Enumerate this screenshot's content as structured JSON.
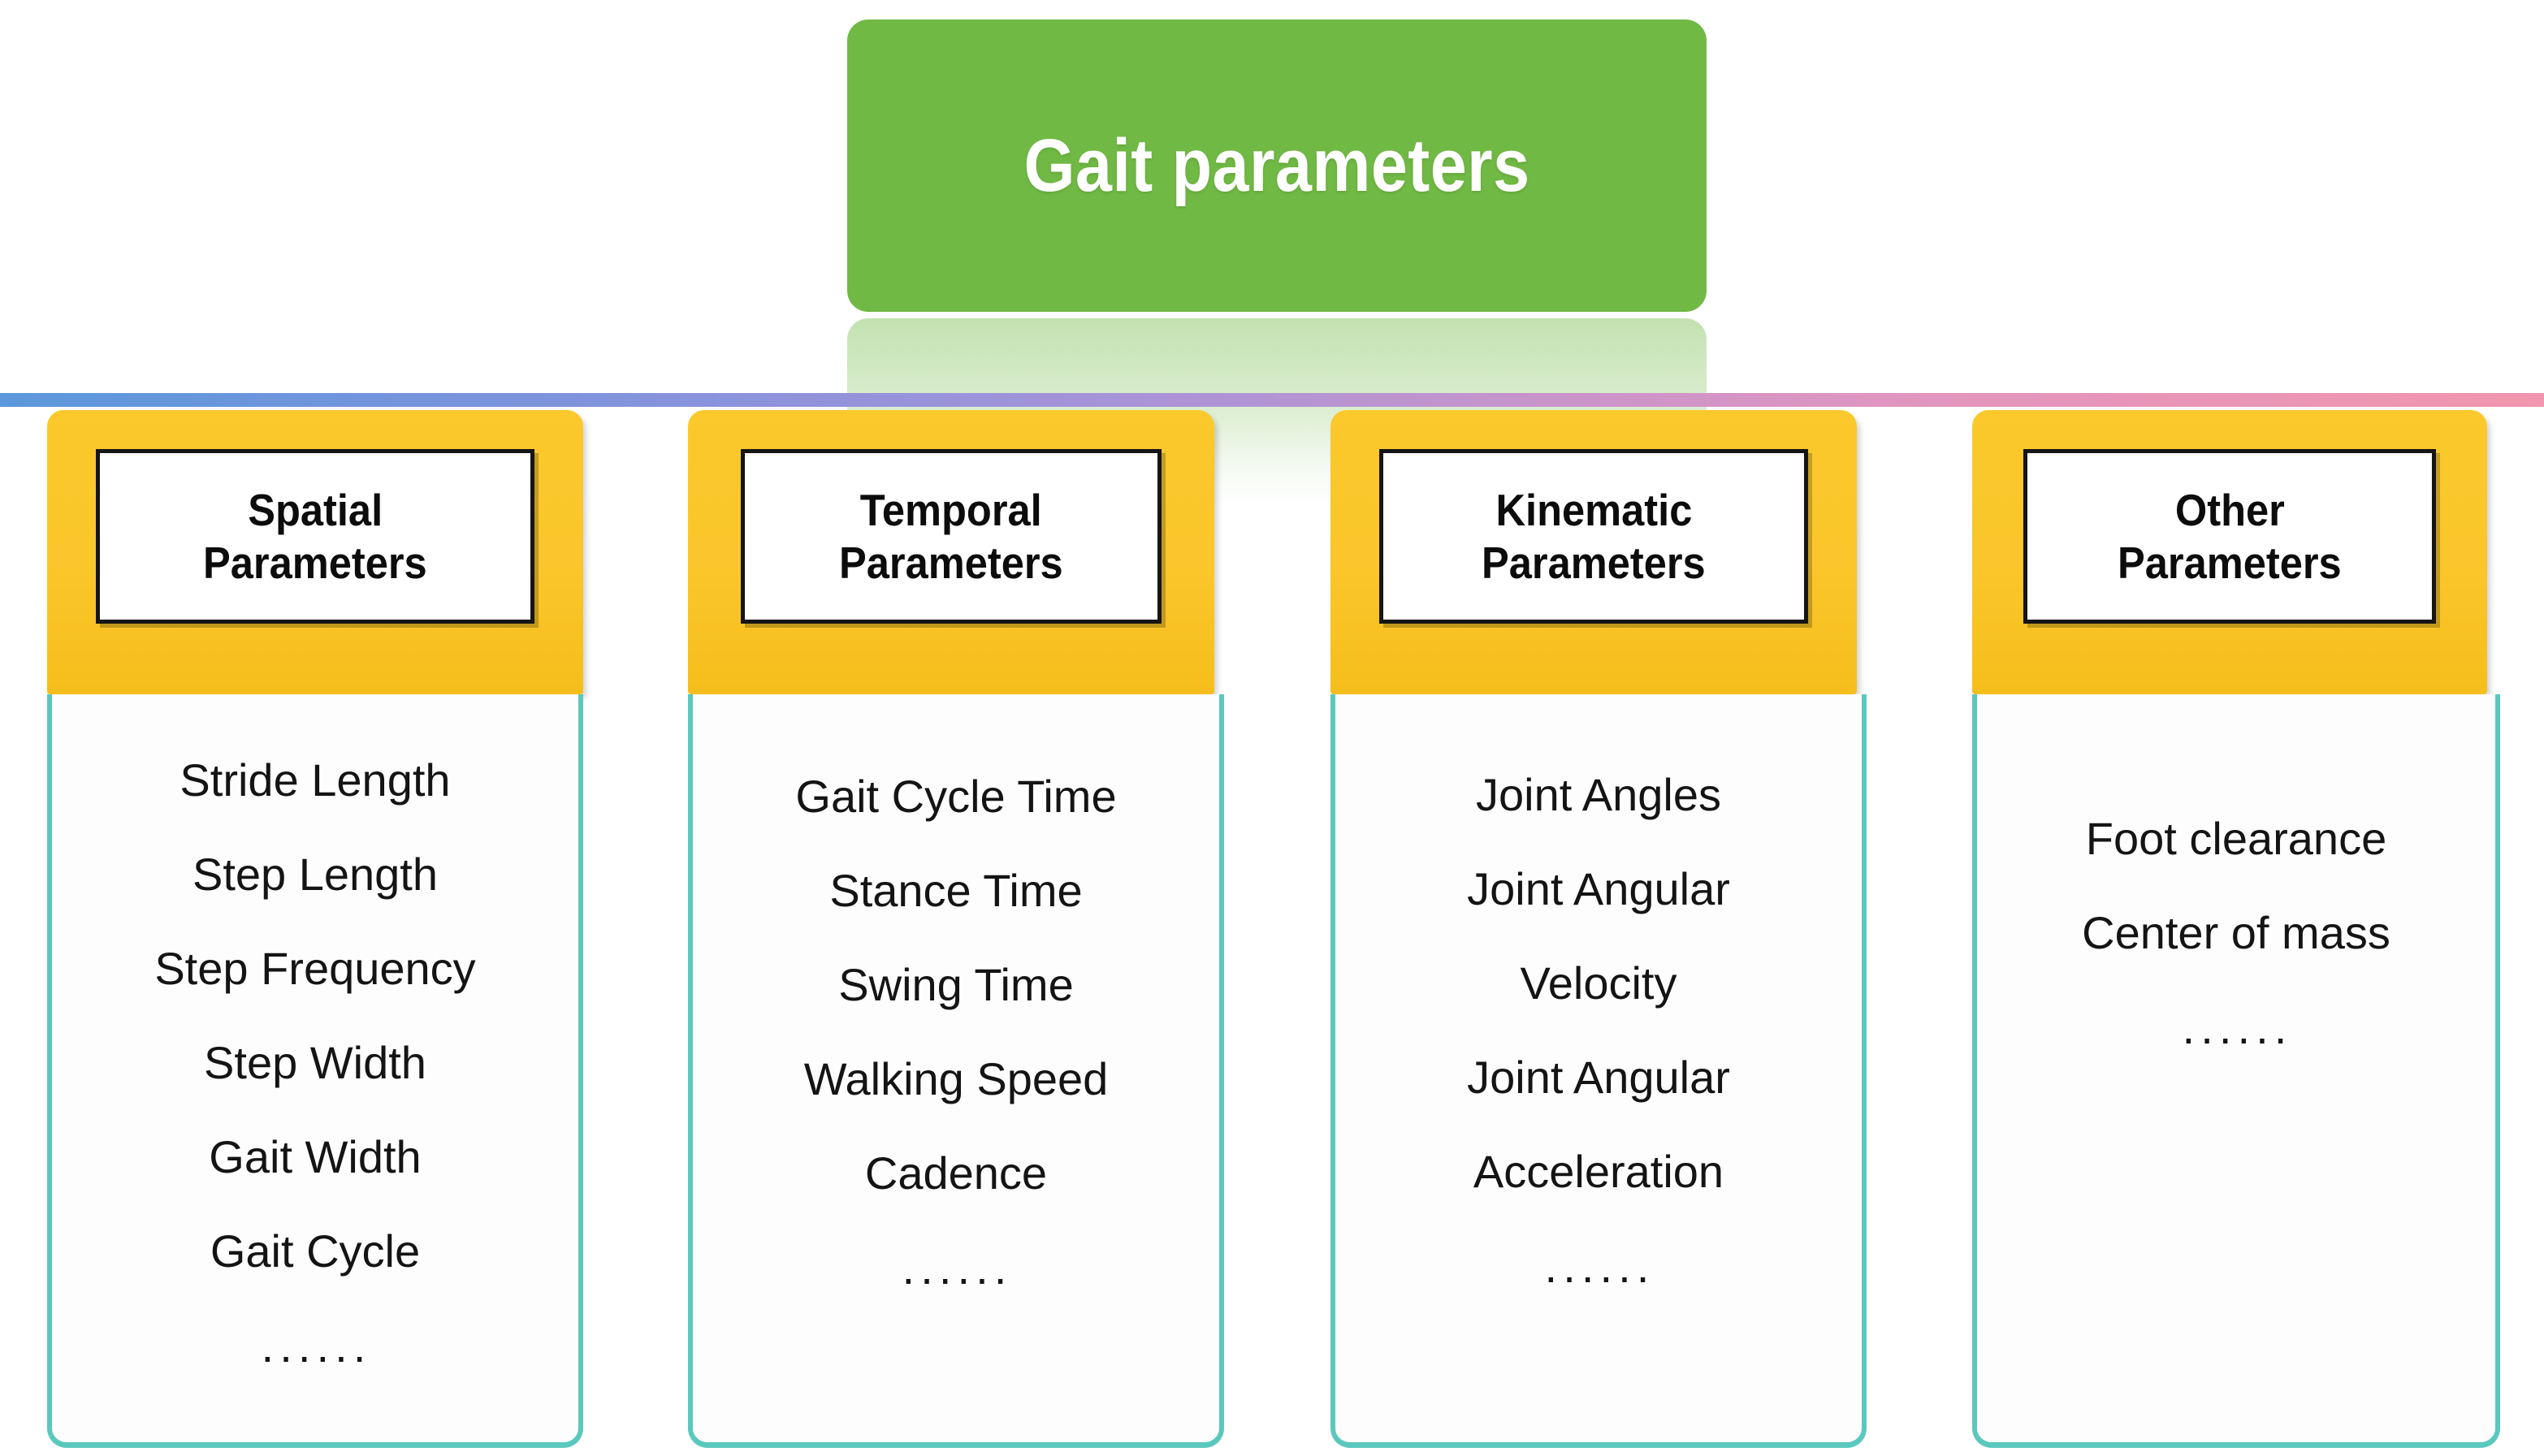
{
  "title": {
    "text": "Gait parameters",
    "bg_color": "#70B944",
    "text_color": "#FFFFFF"
  },
  "divider": {
    "gradient_from": "#5B97DC",
    "gradient_to": "#F196AE"
  },
  "theme": {
    "header_yellow": "#FAC62B",
    "card_border_from": "#5BC8BE",
    "card_border_to": "#3473D3",
    "card_body_bg": "#FDFDFD",
    "item_text_color": "#141414"
  },
  "ellipsis": "······",
  "cards": [
    {
      "header_line1": "Spatial",
      "header_line2": "Parameters",
      "items": [
        "Stride Length",
        "Step Length",
        "Step Frequency",
        "Step Width",
        "Gait Width",
        "Gait Cycle"
      ],
      "ellipsis": "······"
    },
    {
      "header_line1": "Temporal",
      "header_line2": "Parameters",
      "items": [
        "Gait Cycle Time",
        "Stance Time",
        "Swing Time",
        "Walking Speed",
        "Cadence"
      ],
      "ellipsis": "······"
    },
    {
      "header_line1": "Kinematic",
      "header_line2": "Parameters",
      "items": [
        "Joint Angles",
        "Joint Angular",
        "Velocity",
        "Joint Angular",
        "Acceleration"
      ],
      "ellipsis": "······"
    },
    {
      "header_line1": "Other",
      "header_line2": "Parameters",
      "items": [
        "Foot clearance",
        "Center of mass"
      ],
      "ellipsis": "······"
    }
  ]
}
